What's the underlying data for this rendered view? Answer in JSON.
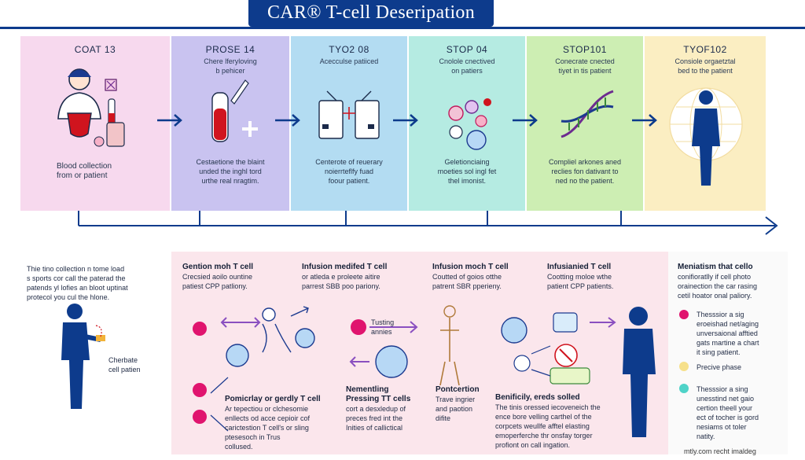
{
  "header": {
    "title": "CAR® T-cell Deseripation"
  },
  "panels": [
    {
      "title": "COAT 13",
      "subtitle": "",
      "caption": "Blood collection\nfrom or patient",
      "color": "#f7d9ee"
    },
    {
      "title": "PROSE 14",
      "subtitle": "Chere lferyloving\nb pehicer",
      "caption": "Cestaetione the blaint\nunded the inghl tord\nurthe real nragtim.",
      "color": "#c9c3f0"
    },
    {
      "title": "TYO2 08",
      "subtitle": "Acecculse patiiced",
      "caption": "Centerote of reuerary\nnoierrteflfy fuad\nfoour patient.",
      "color": "#b3dcf2"
    },
    {
      "title": "STOP 04",
      "subtitle": "Cnolole cnectived\non patiers",
      "caption": "Geletionciaing\nmoeties sol ingl fet\nthel imonist.",
      "color": "#b5ebe2"
    },
    {
      "title": "STOP101",
      "subtitle": "Conecrate cnected\ntiyet in tis patient",
      "caption": "Compliel arkones aned\nreclies fon dativant to\nned no the patient.",
      "color": "#cdeeb3"
    },
    {
      "title": "TYOF102",
      "subtitle": "Consiole orgaetztal\nbed to the patient",
      "caption": "",
      "color": "#fbeec2"
    }
  ],
  "lower": {
    "intro": "Thie tino collection n tome load\ns sports cor call the paterad the\npatends yl lofies an bloot uptinat\nprotecol you cul the hlone.",
    "figure_label": "Cherbate\ncell patien",
    "blocks": [
      {
        "title": "Gention moh T cell",
        "text": "Crecsied aoilo ountine\npatiest CPP patliony."
      },
      {
        "title": "Infusion medifed T cell",
        "text": "or atleda e proleete aitire\nparrest SBB poo pariony."
      },
      {
        "title": "Infusion moch T cell",
        "text": "Coutted of goios otthe\npatrent SBR pperieny."
      },
      {
        "title": "Infusianied T cell",
        "text": "Cootting moloe wthe\npatient CPP patients."
      }
    ],
    "mid_label": "Tusting\nannies",
    "bottom_blocks": [
      {
        "title": "Pomicrlay or gerdly T cell",
        "text": "Ar tepectiou or clchesomie\nenllects od acce cepioir cof\ncarictestion T cell's or sling\nptesesoch in Trus\ncollused."
      },
      {
        "title": "Nementling\nPressing TT cells",
        "text": "cort a desxledup of\npreces fred int the\nInities of callictical"
      },
      {
        "title": "Pontcertion",
        "text": "Trave ingrier\nand paotion\ndifite"
      },
      {
        "title": "Benificily, ereds solled",
        "text": "The tinis oressed iecoveneich the\nence bore velling carthel of the\ncorpcets weullfe afftel elasting\nemoperferche thr onsfay torger\nprofiont on call ingation."
      }
    ],
    "right_title": "Meniatism that cello",
    "right_text": "conifioratlly if cell photo\norainection the car rasing\ncetil hoator onal paliory.",
    "legend": [
      {
        "text": "Thesssior a sig\neroeishad net/aging\nunversaional afftied\ngats martine a chart\nit sing patient.",
        "color": "#e0146e"
      },
      {
        "text": "Precive phase",
        "color": "#f6e08a"
      },
      {
        "text": "Thesssior a sing\nunesstind net gaio\ncertion theell your\nect of tocher is gord\nnesiams ot toler\nnatity.",
        "color": "#4fd3c8"
      }
    ]
  },
  "watermark": "mtly.com recht imaldeg"
}
